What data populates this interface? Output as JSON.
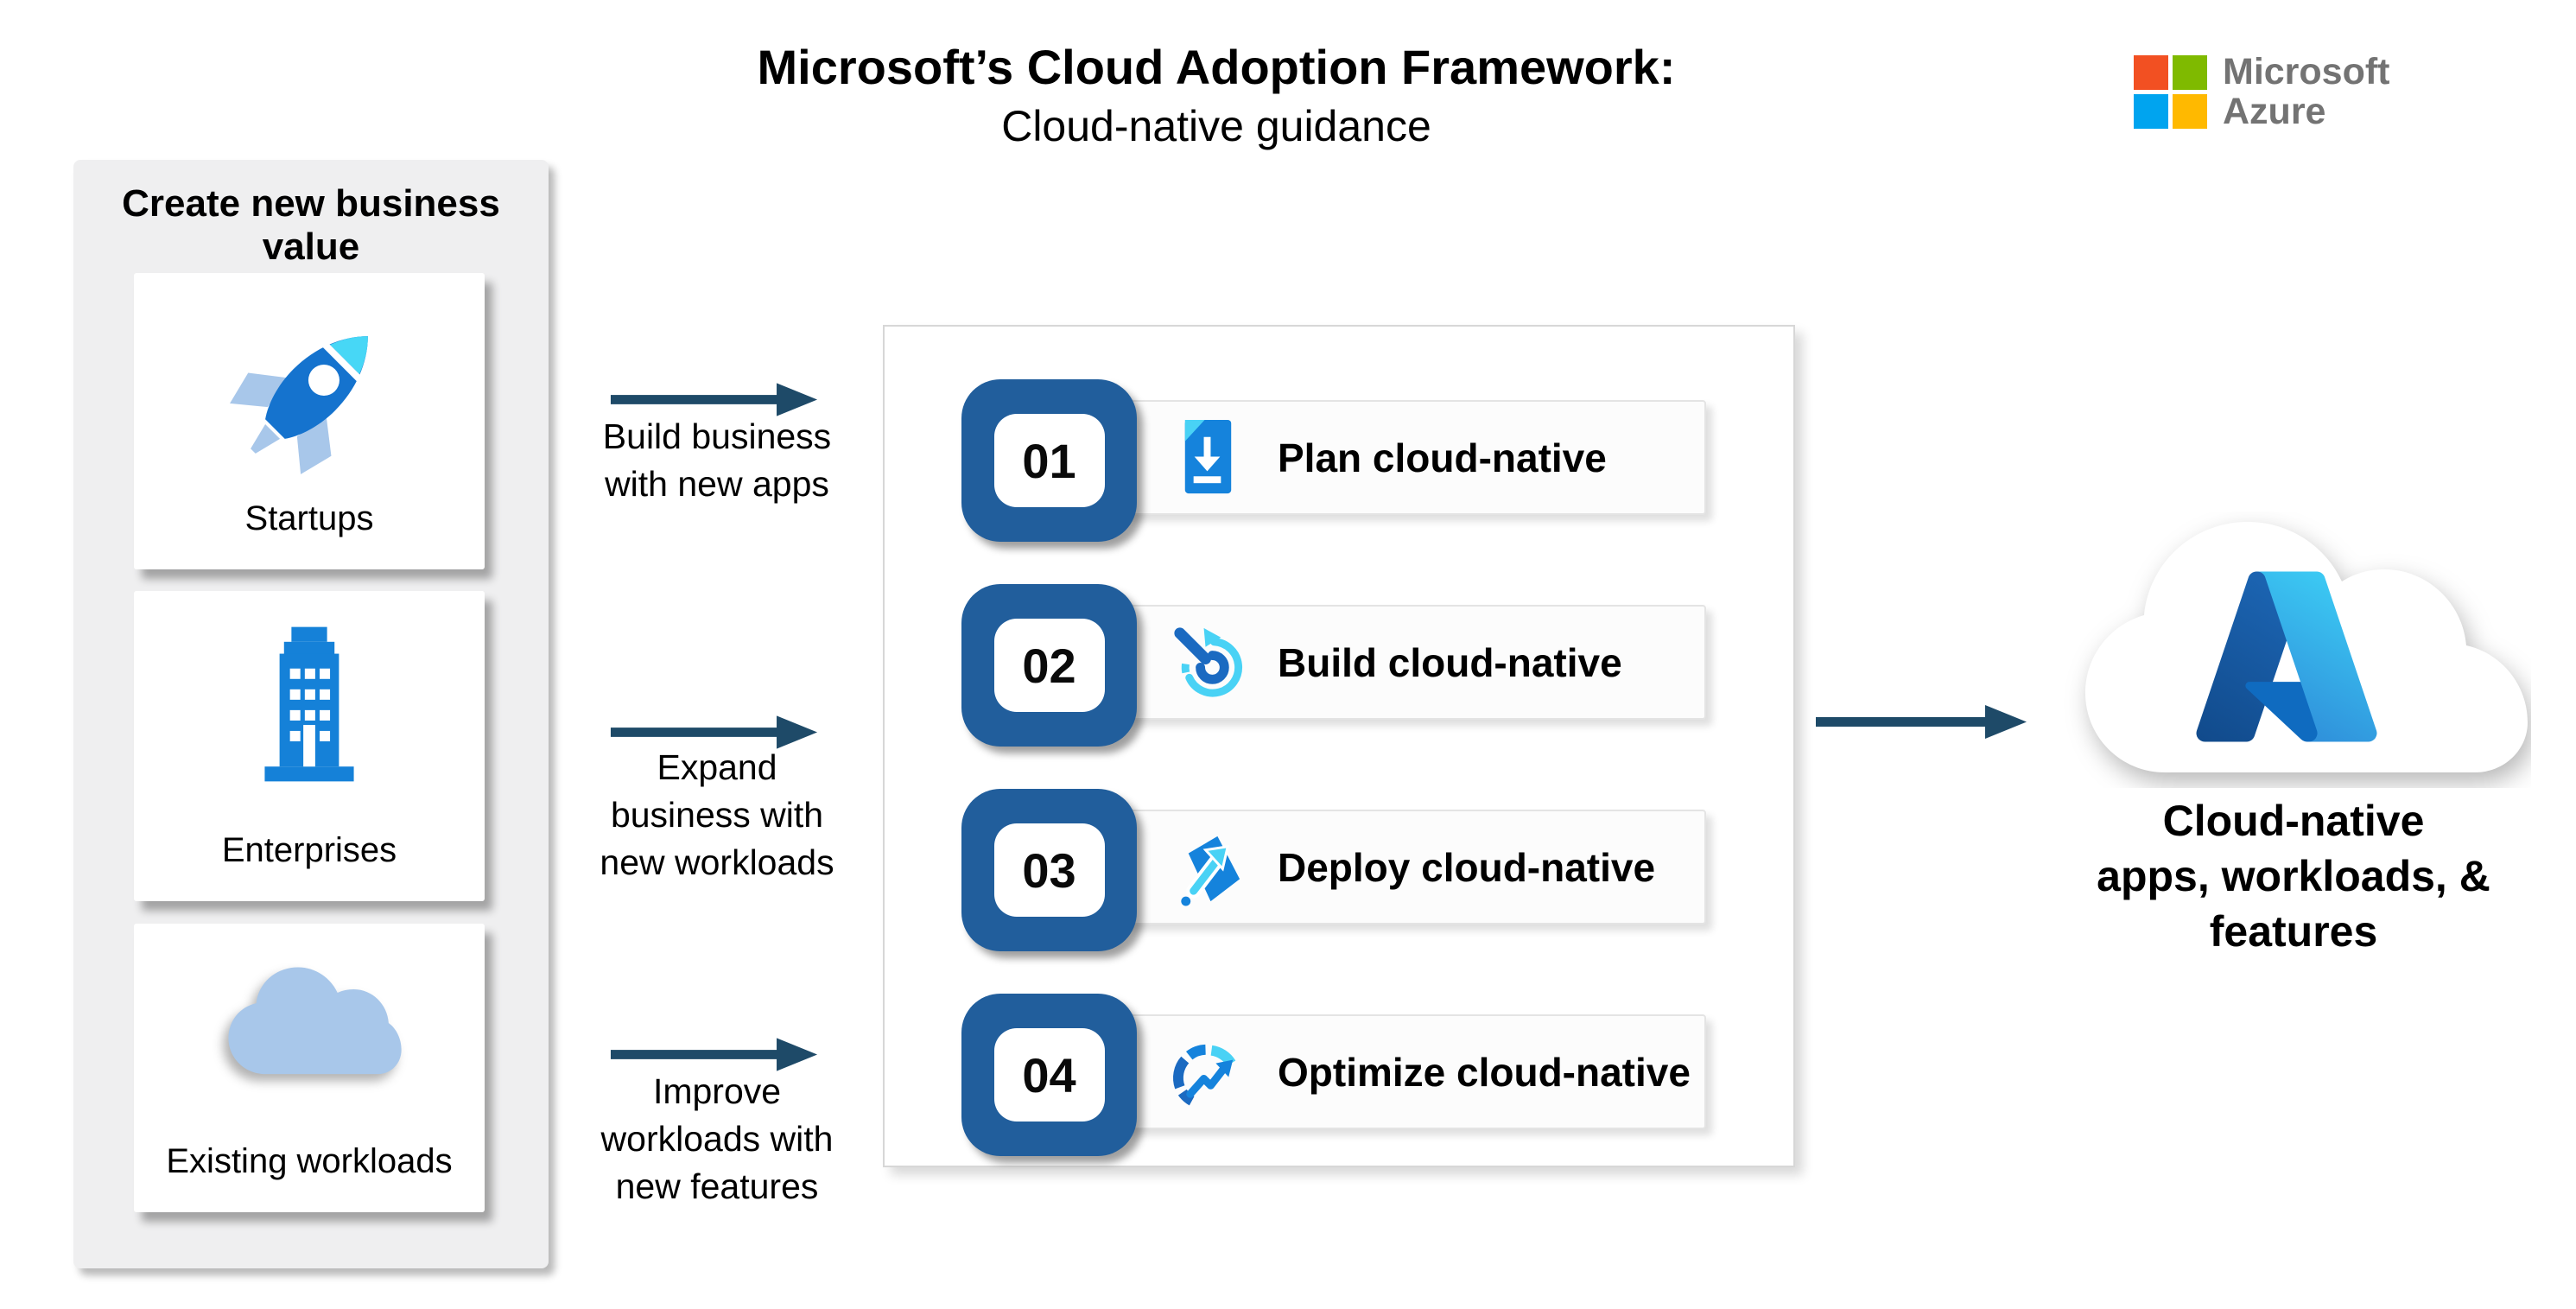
{
  "title": {
    "line1": "Microsoft’s Cloud Adoption Framework:",
    "line2": "Cloud-native guidance"
  },
  "brand": {
    "company": "Microsoft",
    "product": "Azure",
    "square_colors": {
      "top_left": "#F25022",
      "top_right": "#7FBA00",
      "bottom_left": "#00A4EF",
      "bottom_right": "#FFB900"
    },
    "text_color": "#737373"
  },
  "left_panel": {
    "header": "Create new business value",
    "cards": [
      {
        "label": "Startups",
        "icon": "rocket-icon"
      },
      {
        "label": "Enterprises",
        "icon": "building-icon"
      },
      {
        "label": "Existing workloads",
        "icon": "cloud-icon"
      }
    ]
  },
  "flow_labels": [
    {
      "text": "Build business\nwith new apps"
    },
    {
      "text": "Expand\nbusiness with\nnew workloads"
    },
    {
      "text": "Improve\nworkloads with\nnew features"
    }
  ],
  "process": {
    "steps": [
      {
        "number": "01",
        "label": "Plan cloud-native",
        "icon": "document-download-icon"
      },
      {
        "number": "02",
        "label": "Build cloud-native",
        "icon": "wrench-build-icon"
      },
      {
        "number": "03",
        "label": "Deploy cloud-native",
        "icon": "deploy-arrow-icon"
      },
      {
        "number": "04",
        "label": "Optimize cloud-native",
        "icon": "optimize-gauge-icon"
      }
    ]
  },
  "output": {
    "caption": "Cloud-native\napps, workloads, &\nfeatures",
    "icon": "azure-cloud-logo"
  },
  "colors": {
    "flow_arrow_navy": "#1E4A68",
    "badge_blue": "#215E9C",
    "icon_blue": "#1583DC",
    "icon_cyan": "#49D2F5",
    "wrench_blue": "#1B6AC1",
    "panel_gray": "#EFEFF0",
    "light_blue_fill": "#A8C7EA"
  }
}
